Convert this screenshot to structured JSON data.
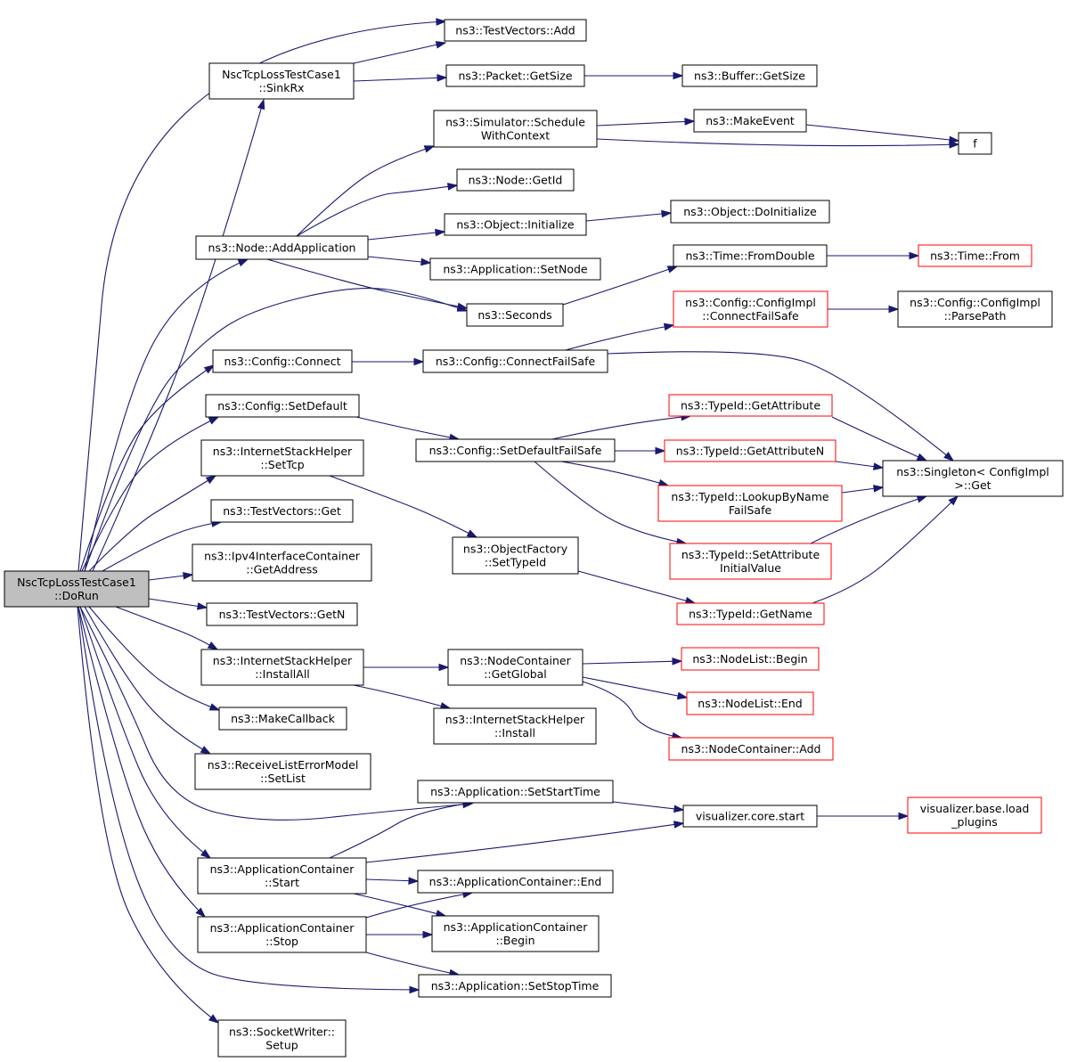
{
  "colors": {
    "edge": "#191970",
    "border_normal": "#000000",
    "border_truncated": "#ff0000",
    "root_fill": "#bfbfbf",
    "node_fill": "#ffffff"
  },
  "nodes": [
    {
      "id": "root",
      "lines": [
        "NscTcpLossTestCase1",
        "::DoRun"
      ],
      "style": "root"
    },
    {
      "id": "tv_add",
      "lines": [
        "ns3::TestVectors::Add"
      ],
      "style": "normal"
    },
    {
      "id": "sinkrx",
      "lines": [
        "NscTcpLossTestCase1",
        "::SinkRx"
      ],
      "style": "normal"
    },
    {
      "id": "pkt_size",
      "lines": [
        "ns3::Packet::GetSize"
      ],
      "style": "normal"
    },
    {
      "id": "buf_size",
      "lines": [
        "ns3::Buffer::GetSize"
      ],
      "style": "normal"
    },
    {
      "id": "sched",
      "lines": [
        "ns3::Simulator::Schedule",
        "WithContext"
      ],
      "style": "normal"
    },
    {
      "id": "mkevent",
      "lines": [
        "ns3::MakeEvent"
      ],
      "style": "normal"
    },
    {
      "id": "f",
      "lines": [
        "f"
      ],
      "style": "normal"
    },
    {
      "id": "node_getid",
      "lines": [
        "ns3::Node::GetId"
      ],
      "style": "normal"
    },
    {
      "id": "obj_init",
      "lines": [
        "ns3::Object::Initialize"
      ],
      "style": "normal"
    },
    {
      "id": "obj_doinit",
      "lines": [
        "ns3::Object::DoInitialize"
      ],
      "style": "normal"
    },
    {
      "id": "addapp",
      "lines": [
        "ns3::Node::AddApplication"
      ],
      "style": "normal"
    },
    {
      "id": "app_setnode",
      "lines": [
        "ns3::Application::SetNode"
      ],
      "style": "normal"
    },
    {
      "id": "fromdouble",
      "lines": [
        "ns3::Time::FromDouble"
      ],
      "style": "normal"
    },
    {
      "id": "time_from",
      "lines": [
        "ns3::Time::From"
      ],
      "style": "truncated"
    },
    {
      "id": "seconds",
      "lines": [
        "ns3::Seconds"
      ],
      "style": "normal"
    },
    {
      "id": "cfgimpl_cfs",
      "lines": [
        "ns3::Config::ConfigImpl",
        "::ConnectFailSafe"
      ],
      "style": "truncated"
    },
    {
      "id": "cfgimpl_pp",
      "lines": [
        "ns3::Config::ConfigImpl",
        "::ParsePath"
      ],
      "style": "normal"
    },
    {
      "id": "cfg_connect",
      "lines": [
        "ns3::Config::Connect"
      ],
      "style": "normal"
    },
    {
      "id": "cfg_cfs",
      "lines": [
        "ns3::Config::ConnectFailSafe"
      ],
      "style": "normal"
    },
    {
      "id": "cfg_setdef",
      "lines": [
        "ns3::Config::SetDefault"
      ],
      "style": "normal"
    },
    {
      "id": "tid_getattr",
      "lines": [
        "ns3::TypeId::GetAttribute"
      ],
      "style": "truncated"
    },
    {
      "id": "cfg_sdfs",
      "lines": [
        "ns3::Config::SetDefaultFailSafe"
      ],
      "style": "normal"
    },
    {
      "id": "tid_getattrn",
      "lines": [
        "ns3::TypeId::GetAttributeN"
      ],
      "style": "truncated"
    },
    {
      "id": "singleton",
      "lines": [
        "ns3::Singleton< ConfigImpl",
        ">::Get"
      ],
      "style": "normal"
    },
    {
      "id": "ish_settcp",
      "lines": [
        "ns3::InternetStackHelper",
        "::SetTcp"
      ],
      "style": "normal"
    },
    {
      "id": "tid_lookup",
      "lines": [
        "ns3::TypeId::LookupByName",
        "FailSafe"
      ],
      "style": "truncated"
    },
    {
      "id": "tv_get",
      "lines": [
        "ns3::TestVectors::Get"
      ],
      "style": "normal"
    },
    {
      "id": "objfactory",
      "lines": [
        "ns3::ObjectFactory",
        "::SetTypeId"
      ],
      "style": "normal"
    },
    {
      "id": "tid_setattr",
      "lines": [
        "ns3::TypeId::SetAttribute",
        "InitialValue"
      ],
      "style": "truncated"
    },
    {
      "id": "ipv4_getaddr",
      "lines": [
        "ns3::Ipv4InterfaceContainer",
        "::GetAddress"
      ],
      "style": "normal"
    },
    {
      "id": "tv_getn",
      "lines": [
        "ns3::TestVectors::GetN"
      ],
      "style": "normal"
    },
    {
      "id": "tid_getname",
      "lines": [
        "ns3::TypeId::GetName"
      ],
      "style": "truncated"
    },
    {
      "id": "ish_installall",
      "lines": [
        "ns3::InternetStackHelper",
        "::InstallAll"
      ],
      "style": "normal"
    },
    {
      "id": "nc_global",
      "lines": [
        "ns3::NodeContainer",
        "::GetGlobal"
      ],
      "style": "normal"
    },
    {
      "id": "nl_begin",
      "lines": [
        "ns3::NodeList::Begin"
      ],
      "style": "truncated"
    },
    {
      "id": "nl_end",
      "lines": [
        "ns3::NodeList::End"
      ],
      "style": "truncated"
    },
    {
      "id": "mkcallback",
      "lines": [
        "ns3::MakeCallback"
      ],
      "style": "normal"
    },
    {
      "id": "ish_install",
      "lines": [
        "ns3::InternetStackHelper",
        "::Install"
      ],
      "style": "normal"
    },
    {
      "id": "nc_add",
      "lines": [
        "ns3::NodeContainer::Add"
      ],
      "style": "truncated"
    },
    {
      "id": "rlem",
      "lines": [
        "ns3::ReceiveListErrorModel",
        "::SetList"
      ],
      "style": "normal"
    },
    {
      "id": "app_start",
      "lines": [
        "ns3::Application::SetStartTime"
      ],
      "style": "normal"
    },
    {
      "id": "viz_start",
      "lines": [
        "visualizer.core.start"
      ],
      "style": "normal"
    },
    {
      "id": "viz_load",
      "lines": [
        "visualizer.base.load",
        "_plugins"
      ],
      "style": "truncated"
    },
    {
      "id": "ac_start",
      "lines": [
        "ns3::ApplicationContainer",
        "::Start"
      ],
      "style": "normal"
    },
    {
      "id": "ac_end",
      "lines": [
        "ns3::ApplicationContainer::End"
      ],
      "style": "normal"
    },
    {
      "id": "ac_stop",
      "lines": [
        "ns3::ApplicationContainer",
        "::Stop"
      ],
      "style": "normal"
    },
    {
      "id": "ac_begin",
      "lines": [
        "ns3::ApplicationContainer",
        "::Begin"
      ],
      "style": "normal"
    },
    {
      "id": "app_stop",
      "lines": [
        "ns3::Application::SetStopTime"
      ],
      "style": "normal"
    },
    {
      "id": "sw_setup",
      "lines": [
        "ns3::SocketWriter::",
        "Setup"
      ],
      "style": "normal"
    }
  ],
  "edges": [
    [
      "root",
      "tv_add"
    ],
    [
      "root",
      "sinkrx"
    ],
    [
      "root",
      "addapp"
    ],
    [
      "root",
      "seconds"
    ],
    [
      "root",
      "cfg_connect"
    ],
    [
      "root",
      "cfg_setdef"
    ],
    [
      "root",
      "ish_settcp"
    ],
    [
      "root",
      "tv_get"
    ],
    [
      "root",
      "ipv4_getaddr"
    ],
    [
      "root",
      "tv_getn"
    ],
    [
      "root",
      "ish_installall"
    ],
    [
      "root",
      "mkcallback"
    ],
    [
      "root",
      "rlem"
    ],
    [
      "root",
      "app_start"
    ],
    [
      "root",
      "ac_start"
    ],
    [
      "root",
      "ac_stop"
    ],
    [
      "root",
      "app_stop"
    ],
    [
      "root",
      "sw_setup"
    ],
    [
      "sinkrx",
      "tv_add"
    ],
    [
      "sinkrx",
      "pkt_size"
    ],
    [
      "pkt_size",
      "buf_size"
    ],
    [
      "addapp",
      "sched"
    ],
    [
      "addapp",
      "node_getid"
    ],
    [
      "addapp",
      "obj_init"
    ],
    [
      "addapp",
      "app_setnode"
    ],
    [
      "addapp",
      "seconds"
    ],
    [
      "sched",
      "mkevent"
    ],
    [
      "sched",
      "f"
    ],
    [
      "mkevent",
      "f"
    ],
    [
      "obj_init",
      "obj_doinit"
    ],
    [
      "seconds",
      "fromdouble"
    ],
    [
      "fromdouble",
      "time_from"
    ],
    [
      "cfg_connect",
      "cfg_cfs"
    ],
    [
      "cfg_cfs",
      "cfgimpl_cfs"
    ],
    [
      "cfg_cfs",
      "singleton"
    ],
    [
      "cfgimpl_cfs",
      "cfgimpl_pp"
    ],
    [
      "cfg_setdef",
      "cfg_sdfs"
    ],
    [
      "cfg_sdfs",
      "tid_getattr"
    ],
    [
      "cfg_sdfs",
      "tid_getattrn"
    ],
    [
      "cfg_sdfs",
      "tid_lookup"
    ],
    [
      "cfg_sdfs",
      "tid_setattr"
    ],
    [
      "tid_getattr",
      "singleton"
    ],
    [
      "tid_getattrn",
      "singleton"
    ],
    [
      "tid_lookup",
      "singleton"
    ],
    [
      "tid_setattr",
      "singleton"
    ],
    [
      "tid_getname",
      "singleton"
    ],
    [
      "ish_settcp",
      "objfactory"
    ],
    [
      "objfactory",
      "tid_getname"
    ],
    [
      "ish_installall",
      "nc_global"
    ],
    [
      "ish_installall",
      "ish_install"
    ],
    [
      "nc_global",
      "nl_begin"
    ],
    [
      "nc_global",
      "nl_end"
    ],
    [
      "nc_global",
      "nc_add"
    ],
    [
      "app_start",
      "viz_start"
    ],
    [
      "viz_start",
      "viz_load"
    ],
    [
      "ac_start",
      "app_start"
    ],
    [
      "ac_start",
      "viz_start"
    ],
    [
      "ac_start",
      "ac_end"
    ],
    [
      "ac_start",
      "ac_begin"
    ],
    [
      "ac_stop",
      "ac_end"
    ],
    [
      "ac_stop",
      "ac_begin"
    ],
    [
      "ac_stop",
      "app_stop"
    ]
  ]
}
